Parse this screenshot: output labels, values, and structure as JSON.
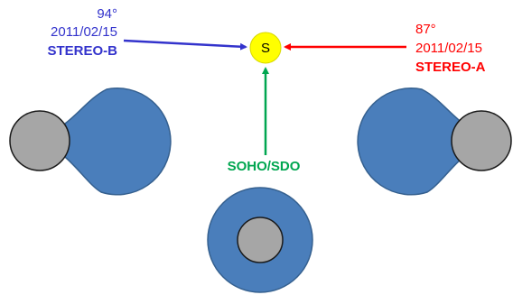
{
  "sun": {
    "label": "S",
    "color": "#ffff00"
  },
  "stereo_b": {
    "angle": "94°",
    "date": "2011/02/15",
    "name": "STEREO-B",
    "color": "#3333cc"
  },
  "stereo_a": {
    "angle": "87°",
    "date": "2011/02/15",
    "name": "STEREO-A",
    "color": "#ff0000"
  },
  "soho": {
    "name": "SOHO/SDO",
    "color": "#00a650"
  },
  "colors": {
    "cone_fill": "#4a7ebb",
    "disk_fill": "#a6a6a6",
    "outline": "#1a1a1a"
  }
}
